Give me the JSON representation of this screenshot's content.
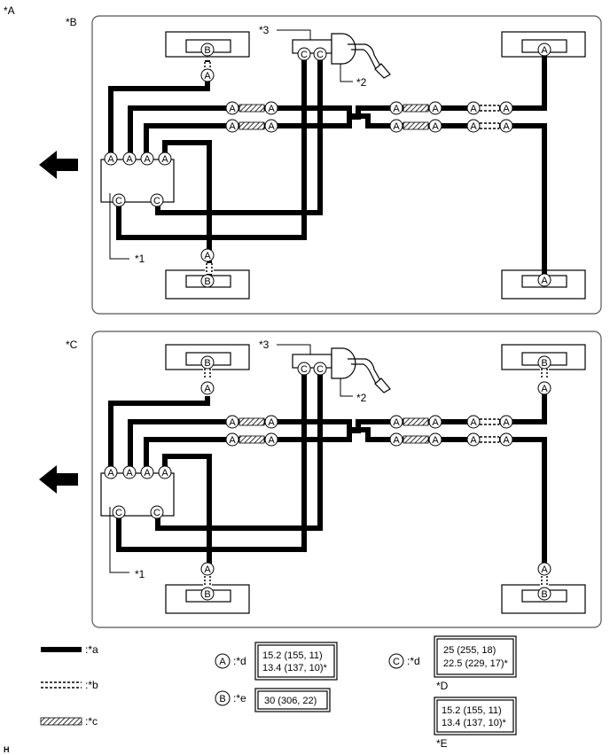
{
  "corner_labels": {
    "figure": "*A",
    "footer": "H"
  },
  "panels": [
    {
      "label": "*B",
      "callout_3": "*3",
      "callout_2": "*2",
      "callout_1": "*1",
      "top_left_connector": "B",
      "top_left_joint": "A",
      "bottom_left_joint": "A",
      "bottom_left_connector": "B",
      "top_right_connector": "A",
      "bottom_right_connector": "A",
      "valve_joints": [
        "C",
        "C"
      ],
      "block_ports_top": [
        "A",
        "A",
        "A",
        "A"
      ],
      "block_ports_bottom": [
        "C",
        "C"
      ],
      "mid_joints": [
        "A",
        "A",
        "A",
        "A",
        "A",
        "A",
        "A",
        "A",
        "A",
        "A",
        "A",
        "A"
      ]
    },
    {
      "label": "*C",
      "callout_3": "*3",
      "callout_2": "*2",
      "callout_1": "*1",
      "top_left_connector": "B",
      "top_left_joint": "A",
      "bottom_left_joint": "A",
      "bottom_left_connector": "B",
      "top_right_connector": "B",
      "top_right_joint": "A",
      "bottom_right_joint": "A",
      "bottom_right_connector": "B",
      "valve_joints": [
        "C",
        "C"
      ],
      "block_ports_top": [
        "A",
        "A",
        "A",
        "A"
      ],
      "block_ports_bottom": [
        "C",
        "C"
      ],
      "mid_joints": [
        "A",
        "A",
        "A",
        "A",
        "A",
        "A",
        "A",
        "A",
        "A",
        "A",
        "A",
        "A"
      ]
    }
  ],
  "legend": {
    "solid_line": ":*a",
    "dashed_line": ":*b",
    "hatched_line": ":*c"
  },
  "torque": {
    "a_symbol": "A",
    "a_label": ":*d",
    "a_line1": "15.2 (155, 11)",
    "a_line2": "13.4 (137, 10)*",
    "b_symbol": "B",
    "b_label": ":*e",
    "b_line1": "30 (306, 22)",
    "c_symbol": "C",
    "c_label": ":*d",
    "c_line1": "25 (255, 18)",
    "c_line2": "22.5 (229, 17)*",
    "c_note": "*D",
    "e_line1": "15.2 (155, 11)",
    "e_line2": "13.4 (137, 10)*",
    "e_note": "*E"
  }
}
